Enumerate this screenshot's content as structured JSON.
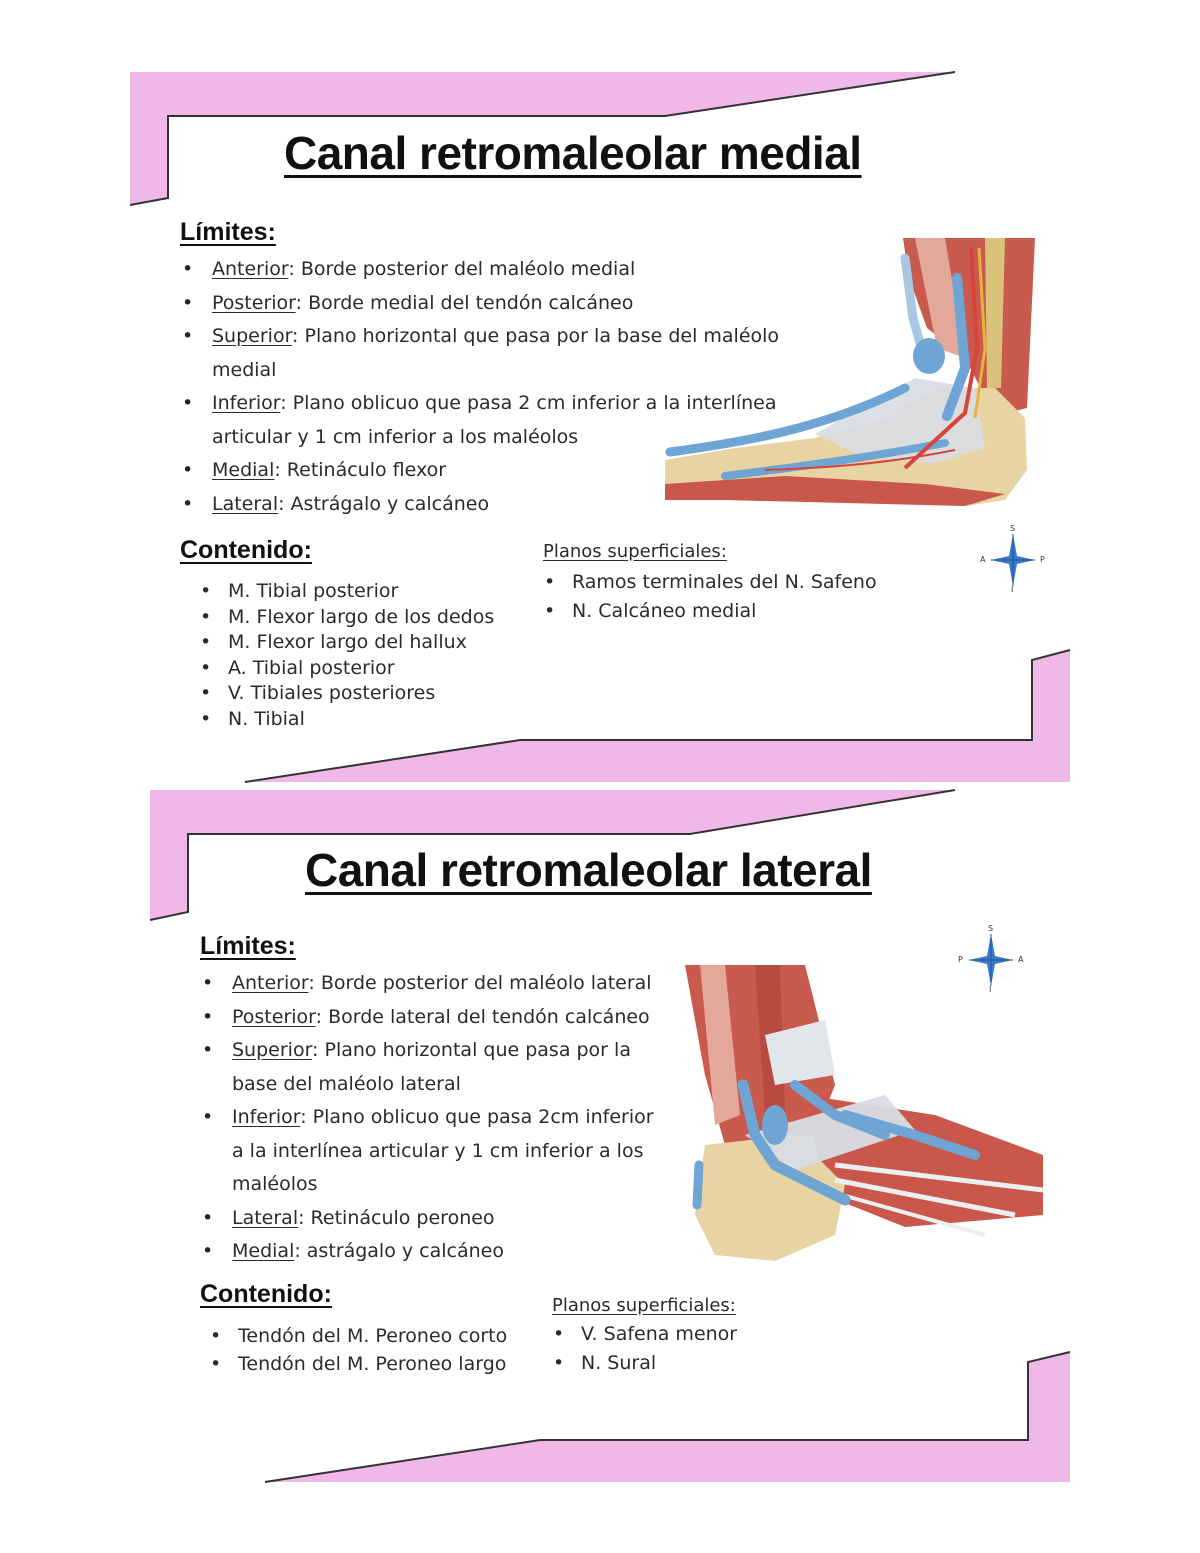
{
  "colors": {
    "accent_pink": "#f0b8e8",
    "frame_line": "#333333",
    "compass_blue": "#3a78c9"
  },
  "sections": [
    {
      "title": "Canal retromaleolar medial",
      "limits_heading": "Límites:",
      "limits": [
        {
          "term": "Anterior",
          "text": ": Borde posterior del maléolo medial"
        },
        {
          "term": "Posterior",
          "text": ": Borde medial del tendón calcáneo"
        },
        {
          "term": "Superior",
          "text": ": Plano horizontal que pasa por la base del maléolo medial"
        },
        {
          "term": "Inferior",
          "text": ": Plano oblicuo que pasa 2 cm inferior a la interlínea articular y 1 cm inferior a los maléolos"
        },
        {
          "term": "Medial",
          "text": ": Retináculo flexor"
        },
        {
          "term": "Lateral",
          "text": ": Astrágalo y calcáneo"
        }
      ],
      "content_heading": "Contenido:",
      "content": [
        "M. Tibial posterior",
        "M. Flexor largo de los dedos",
        "M. Flexor largo del hallux",
        "A. Tibial posterior",
        "V. Tibiales posteriores",
        "N. Tibial"
      ],
      "superficial_heading": "Planos superficiales:",
      "superficial": [
        "Ramos terminales del N. Safeno",
        "N. Calcáneo medial"
      ],
      "compass": {
        "top": "S",
        "left": "A",
        "right": "P",
        "bottom": "I"
      },
      "illustration": "medial-ankle-anatomy-illustration"
    },
    {
      "title": "Canal retromaleolar lateral",
      "limits_heading": "Límites:",
      "limits": [
        {
          "term": "Anterior",
          "text": ": Borde posterior del maléolo lateral"
        },
        {
          "term": "Posterior",
          "text": ": Borde lateral del tendón calcáneo"
        },
        {
          "term": "Superior",
          "text": ": Plano horizontal que pasa por la base del maléolo lateral"
        },
        {
          "term": "Inferior",
          "text": ": Plano oblicuo que pasa 2cm inferior a la interlínea articular y 1 cm inferior a los maléolos"
        },
        {
          "term": "Lateral",
          "text": ": Retináculo peroneo"
        },
        {
          "term": "Medial",
          "text": ": astrágalo y calcáneo"
        }
      ],
      "content_heading": "Contenido:",
      "content": [
        "Tendón del M. Peroneo corto",
        "Tendón del M. Peroneo largo"
      ],
      "superficial_heading": "Planos superficiales:",
      "superficial": [
        "V. Safena menor",
        "N. Sural"
      ],
      "compass": {
        "top": "S",
        "left": "P",
        "right": "A",
        "bottom": "I"
      },
      "illustration": "lateral-ankle-anatomy-illustration"
    }
  ]
}
